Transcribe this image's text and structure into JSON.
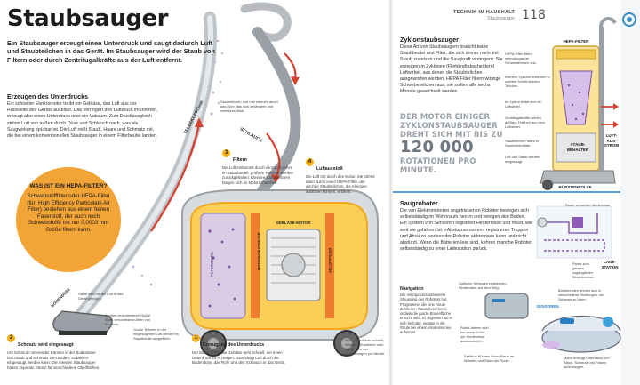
{
  "left_page": {
    "title": "Staubsauger",
    "intro": "Ein Staubsauger erzeugt einen Unterdruck und saugt dadurch Luft und Staubteilchen in das Gerät. Im Staubsauger wird der Staub von Filtern oder durch Zentrifugalkräfte aus der Luft entfernt.",
    "section1_head": "Erzeugen des Unterdrucks",
    "section1_text": "Ein schneller Elektromotor treibt ein Gebläse, das Luft aus der Rückseite des Geräts ausbläst. Das verringert den Luftdruck im Inneren, erzeugt also einen Unterdruck oder ein Vakuum. Zum Druckausgleich strömt Luft von außen durch Düse und Schlauch nach, was als Saugwirkung spürbar ist. Die Luft reißt Staub, Haare und Schmutz mit, die bei einem konventionellen Staubsauger in einem Filterbeutel landen.",
    "hepa_question": "WAS IST EIN HEPA-FILTER?",
    "hepa_answer": "Schwebstofffilter oder HEPA-Filter (für: High Efficiency Particulate Air Filter) bestehen aus einem feinen Faserstoff, der auch noch Schwebstoffe mit nur 0,0003 mm Größe filtern kann.",
    "labels": {
      "teleskoprohr": "TELESKOPROHR",
      "schlauch": "SCHLAUCH",
      "bodenduese": "BODENDÜSE",
      "geblaese_motor": "GEBLÄSE-MOTOR",
      "motorschutzfilter": "MOTORSCHUTZFILTER",
      "filterbeutel": "FILTERBEUTEL",
      "abluftfilter": "ABLUFTFILTER"
    },
    "notes": {
      "staubteilchen": "Staubteilchen und Luft strömen durch das Rohr, das sich verlängern und verkürzen lässt.",
      "staub_wird": "Staub wird mit der Luft in das Gerät gezogen.",
      "buersten": "Bürsten verschiedener Größe lösen verschiedene Arten von Schmutz.",
      "grosse_teilchen": "Große Teilchen in der eingesogenen Luft werden im Staubbeutel ausgefiltert.",
      "motor_rotiert": "Motor rotiert sehr schnell, meist mit Hunderten oder Tausenden von Umdrehungen pro Minute."
    },
    "steps": [
      {
        "num": "1",
        "head": "Erzeugung des Unterdrucks",
        "text": "Der Motor dreht das Gebläse sehr schnell, um einen Unterdruck zu erzeugen. Dies saugt Luft durch die Bodendüse, das Rohr und den Schlauch in das Gerät."
      },
      {
        "num": "2",
        "head": "Schmutz wird eingesaugt",
        "text": "Um Schmutz rotierender Bürsten in der Bodendüse löst Staub und Schmutz vom Boden, sodass er eingesaugt werden kann. Die meisten Staubsauger haben separate Düsen für verschiedene Oberflächen."
      },
      {
        "num": "3",
        "head": "Filtern",
        "text": "Die Luft entkommt durch winzige Löcher im Staubbeutel, größere Teilchen werden zurückgehalten. Kleinere Staubteilchen fangen sich im Motorschutzfilter."
      },
      {
        "num": "4",
        "head": "Luftausstoß",
        "text": "Die Luft tritt durch den Motor. Sie strömt dann durch einen HEPA-Filter, der winzige Staubteilchen, die Allergien auslösen können, entfernt."
      }
    ]
  },
  "right_page": {
    "header_section": "TECHNIK IM HAUSHALT",
    "header_sub": "Staubsauger",
    "page_number": "118",
    "zyklon_head": "Zyklonstaubsauger",
    "zyklon_text": "Diese Art von Staubsaugern braucht keine Staubbeutel und Filter, die sich immer mehr mit Staub zusetzen und die Saugkraft verringern. Sie erzeugen in Zyklonen (Fliehkraftabscheidern) Luftwirbel, aus denen die Staubteilchen ausgeworfen werden. HEPA-Filter filtern winzige Schwebeteilchen aus; sie sollten alle sechs Monate gewechselt werden.",
    "quote_line1": "DER MOTOR EINIGER ZYKLONSTAUBSAUGER DREHT SICH MIT BIS ZU",
    "quote_number": "120 000",
    "quote_line2": "ROTATIONEN PRO MINUTE.",
    "cyclone_labels": {
      "hepa_filter": "HEPA-FILTER",
      "luft_ausstrom": "LUFT-AUS-STROM",
      "staubbehaelter": "STAUB-BEHÄLTER",
      "buerstenrolle": "BÜRSTENROLLE"
    },
    "cyclone_notes": [
      "HEPA-Filter filtern mikroskopische Schwebteilchen aus.",
      "Kleinere Zyklone entfernen in zweiten Schritt kleinere Teilchen.",
      "Im Zyklon bildet sich ein Luftwirbel.",
      "Zentrifugalkräfte werfen größere Teilchen aus dem Luftwirbel.",
      "Staubteilchen fallen in Sammelbehälter.",
      "Luft und Staub werden eingesaugt."
    ],
    "robot_head": "Saugroboter",
    "robot_text": "Die von Elektromotoren angetriebenen Roboter bewegen sich selbstständig im Wohnraum herum und reinigen den Boden. Ein System von Sensoren registriert Hindernisse und misst, wie weit sie gefahren ist. «Absturzsensoren» registrieren Treppen und Absätze, sodass der Roboter abbremsen kann und nicht abstürzt. Wenn die Batterien leer sind, kehren manche Roboter selbstständig zu einer Ladestation zurück.",
    "robot_labels": {
      "route": "Route vermeidet Hindernisse",
      "ladestation": "LADE-STATION",
      "sensoren": "SENSOREN",
      "route_zugangen": "Route zum ganzen zugänglichen Bodenbereich"
    },
    "navigation_head": "Navigation",
    "navigation_text": "Der mikroprozessorbasierte Steuerung des Roboters hat Programme, die eine Route durch den Raum berechnen, sodass die ganze Bodenfläche erreicht wird. Er registriert wo er sich befindet, sodass er die Route bei einem Hindernis neu aufnimmt.",
    "robot_notes": [
      "Optische Sensoren registrieren Hindernisse auf dem Weg.",
      "Bürstenrollen drehen sich in verschiedene Richtungen, um Schmutz zu lösen.",
      "Seitliche Bürsten lösen Staub an Wänden und Rand der Route.",
      "Robot drehen sich um seine Achse, um Hindernisse auszuweichen.",
      "Motor erzeugt Unterdruck, um Staub, Schmutz und Fasern aufzusaugen."
    ]
  },
  "colors": {
    "accent_orange": "#f5a623",
    "hepa_circle": "#f3a436",
    "body_grey": "#9aa1a8",
    "red_arrow": "#d6402f",
    "cyclone_yellow": "#f2c94c",
    "cyclone_purple": "#7e4fa0",
    "robot_blue": "#2d7fc4"
  }
}
